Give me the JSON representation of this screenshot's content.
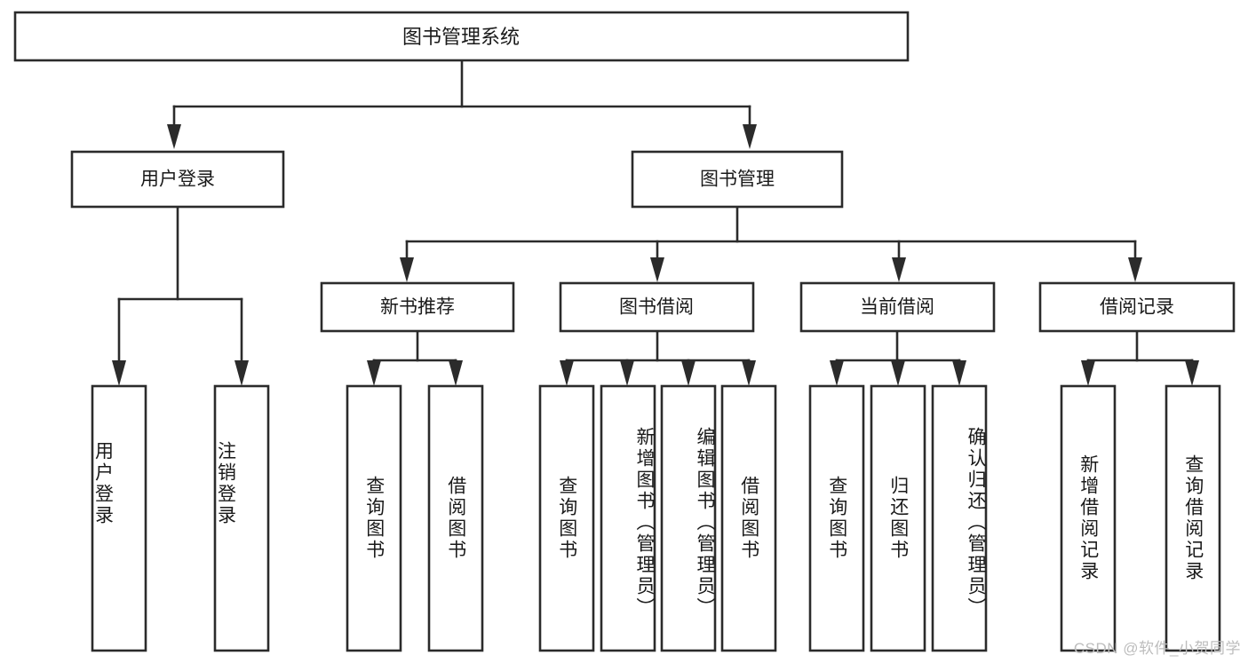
{
  "diagram": {
    "title": "图书管理系统",
    "watermark": "CSDN @软件_小贺同学",
    "colors": {
      "stroke": "#2b2b2b",
      "fill": "#ffffff",
      "text": "#1a1a1a",
      "watermark": "#bdbdbd"
    },
    "root": {
      "label": "图书管理系统"
    },
    "level2": [
      {
        "label": "用户登录"
      },
      {
        "label": "图书管理"
      }
    ],
    "level3": [
      {
        "label": "新书推荐"
      },
      {
        "label": "图书借阅"
      },
      {
        "label": "当前借阅"
      },
      {
        "label": "借阅记录"
      }
    ],
    "leaves": {
      "user_login": [
        {
          "label": "用户登录"
        },
        {
          "label": "注销登录"
        }
      ],
      "new_book_recommend": [
        {
          "label": "查询图书"
        },
        {
          "label": "借阅图书"
        }
      ],
      "book_borrow": [
        {
          "label": "查询图书"
        },
        {
          "label": "新增图书（管理员）"
        },
        {
          "label": "编辑图书（管理员）"
        },
        {
          "label": "借阅图书"
        }
      ],
      "current_borrow": [
        {
          "label": "查询图书"
        },
        {
          "label": "归还图书"
        },
        {
          "label": "确认归还（管理员）"
        }
      ],
      "borrow_record": [
        {
          "label": "新增借阅记录"
        },
        {
          "label": "查询借阅记录"
        }
      ]
    }
  }
}
